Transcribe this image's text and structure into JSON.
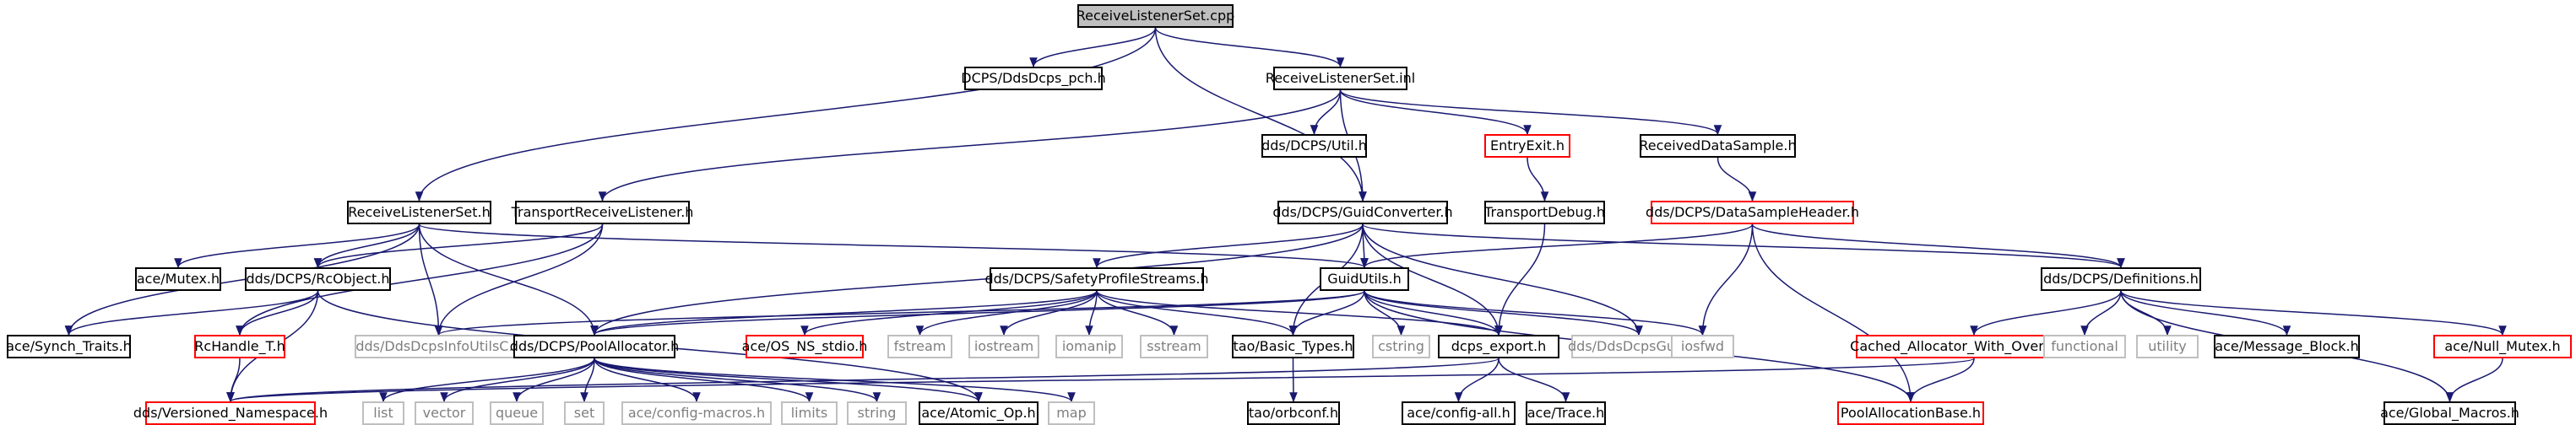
{
  "colors": {
    "edge": "#191970",
    "root_fill": "#bfbfbf",
    "link_border": "#000000",
    "missing_border": "#ff0000",
    "system_border": "#bfbfbf"
  },
  "nodes": [
    {
      "id": "n0",
      "label": "ReceiveListenerSet.cpp",
      "kind": "root"
    },
    {
      "id": "n1",
      "label": "DCPS/DdsDcps_pch.h",
      "kind": "black"
    },
    {
      "id": "n2",
      "label": "ReceiveListenerSet.inl",
      "kind": "black"
    },
    {
      "id": "n3",
      "label": "dds/DCPS/Util.h",
      "kind": "black"
    },
    {
      "id": "n4",
      "label": "EntryExit.h",
      "kind": "red"
    },
    {
      "id": "n5",
      "label": "ReceivedDataSample.h",
      "kind": "black"
    },
    {
      "id": "n6",
      "label": "TransportDebug.h",
      "kind": "black"
    },
    {
      "id": "n7",
      "label": "dds/DCPS/DataSampleHeader.h",
      "kind": "red"
    },
    {
      "id": "n8",
      "label": "ReceiveListenerSet.h",
      "kind": "black"
    },
    {
      "id": "n9",
      "label": "TransportReceiveListener.h",
      "kind": "black"
    },
    {
      "id": "n10",
      "label": "dds/DCPS/GuidConverter.h",
      "kind": "black"
    },
    {
      "id": "n11",
      "label": "ace/Mutex.h",
      "kind": "black"
    },
    {
      "id": "n12",
      "label": "dds/DCPS/RcObject.h",
      "kind": "black"
    },
    {
      "id": "n13",
      "label": "dds/DCPS/SafetyProfileStreams.h",
      "kind": "black"
    },
    {
      "id": "n14",
      "label": "GuidUtils.h",
      "kind": "black"
    },
    {
      "id": "n15",
      "label": "dds/DCPS/Definitions.h",
      "kind": "black"
    },
    {
      "id": "n16",
      "label": "ace/Synch_Traits.h",
      "kind": "black"
    },
    {
      "id": "n17",
      "label": "RcHandle_T.h",
      "kind": "red"
    },
    {
      "id": "n18",
      "label": "dds/DdsDcpsInfoUtilsC.h",
      "kind": "gray"
    },
    {
      "id": "n19",
      "label": "dds/DCPS/PoolAllocator.h",
      "kind": "black"
    },
    {
      "id": "n20",
      "label": "ace/OS_NS_stdio.h",
      "kind": "red"
    },
    {
      "id": "n21",
      "label": "fstream",
      "kind": "gray"
    },
    {
      "id": "n22",
      "label": "iostream",
      "kind": "gray"
    },
    {
      "id": "n23",
      "label": "iomanip",
      "kind": "gray"
    },
    {
      "id": "n24",
      "label": "sstream",
      "kind": "gray"
    },
    {
      "id": "n25",
      "label": "tao/Basic_Types.h",
      "kind": "black"
    },
    {
      "id": "n26",
      "label": "cstring",
      "kind": "gray"
    },
    {
      "id": "n27",
      "label": "dcps_export.h",
      "kind": "black"
    },
    {
      "id": "n28",
      "label": "dds/DdsDcpsGuidC.h",
      "kind": "gray"
    },
    {
      "id": "n29",
      "label": "iosfwd",
      "kind": "gray"
    },
    {
      "id": "n30",
      "label": "Cached_Allocator_With_Overflow_T.h",
      "kind": "red"
    },
    {
      "id": "n31",
      "label": "functional",
      "kind": "gray"
    },
    {
      "id": "n32",
      "label": "utility",
      "kind": "gray"
    },
    {
      "id": "n33",
      "label": "ace/Message_Block.h",
      "kind": "black"
    },
    {
      "id": "n34",
      "label": "ace/Null_Mutex.h",
      "kind": "red"
    },
    {
      "id": "n35",
      "label": "dds/Versioned_Namespace.h",
      "kind": "red"
    },
    {
      "id": "n36",
      "label": "list",
      "kind": "gray"
    },
    {
      "id": "n37",
      "label": "vector",
      "kind": "gray"
    },
    {
      "id": "n38",
      "label": "queue",
      "kind": "gray"
    },
    {
      "id": "n39",
      "label": "set",
      "kind": "gray"
    },
    {
      "id": "n40",
      "label": "ace/config-macros.h",
      "kind": "gray"
    },
    {
      "id": "n41",
      "label": "limits",
      "kind": "gray"
    },
    {
      "id": "n42",
      "label": "string",
      "kind": "gray"
    },
    {
      "id": "n43",
      "label": "ace/Atomic_Op.h",
      "kind": "black"
    },
    {
      "id": "n44",
      "label": "map",
      "kind": "gray"
    },
    {
      "id": "n45",
      "label": "tao/orbconf.h",
      "kind": "black"
    },
    {
      "id": "n46",
      "label": "ace/config-all.h",
      "kind": "black"
    },
    {
      "id": "n47",
      "label": "ace/Trace.h",
      "kind": "black"
    },
    {
      "id": "n48",
      "label": "PoolAllocationBase.h",
      "kind": "red"
    },
    {
      "id": "n49",
      "label": "ace/Global_Macros.h",
      "kind": "black"
    }
  ],
  "edges": [
    [
      "n0",
      "n1"
    ],
    [
      "n0",
      "n2"
    ],
    [
      "n0",
      "n8"
    ],
    [
      "n0",
      "n10"
    ],
    [
      "n2",
      "n3"
    ],
    [
      "n2",
      "n4"
    ],
    [
      "n2",
      "n5"
    ],
    [
      "n2",
      "n9"
    ],
    [
      "n2",
      "n10"
    ],
    [
      "n4",
      "n6"
    ],
    [
      "n5",
      "n7"
    ],
    [
      "n6",
      "n27"
    ],
    [
      "n7",
      "n14"
    ],
    [
      "n7",
      "n15"
    ],
    [
      "n7",
      "n29"
    ],
    [
      "n7",
      "n48"
    ],
    [
      "n8",
      "n11"
    ],
    [
      "n8",
      "n12"
    ],
    [
      "n8",
      "n14"
    ],
    [
      "n8",
      "n16"
    ],
    [
      "n8",
      "n18"
    ],
    [
      "n8",
      "n19"
    ],
    [
      "n9",
      "n12"
    ],
    [
      "n9",
      "n17"
    ],
    [
      "n9",
      "n18"
    ],
    [
      "n10",
      "n13"
    ],
    [
      "n10",
      "n14"
    ],
    [
      "n10",
      "n15"
    ],
    [
      "n10",
      "n19"
    ],
    [
      "n10",
      "n25"
    ],
    [
      "n10",
      "n27"
    ],
    [
      "n10",
      "n28"
    ],
    [
      "n12",
      "n16"
    ],
    [
      "n12",
      "n17"
    ],
    [
      "n12",
      "n35"
    ],
    [
      "n12",
      "n43"
    ],
    [
      "n13",
      "n19"
    ],
    [
      "n13",
      "n20"
    ],
    [
      "n13",
      "n21"
    ],
    [
      "n13",
      "n22"
    ],
    [
      "n13",
      "n23"
    ],
    [
      "n13",
      "n24"
    ],
    [
      "n13",
      "n25"
    ],
    [
      "n13",
      "n27"
    ],
    [
      "n14",
      "n18"
    ],
    [
      "n14",
      "n19"
    ],
    [
      "n14",
      "n25"
    ],
    [
      "n14",
      "n26"
    ],
    [
      "n14",
      "n27"
    ],
    [
      "n14",
      "n28"
    ],
    [
      "n14",
      "n29"
    ],
    [
      "n14",
      "n48"
    ],
    [
      "n15",
      "n30"
    ],
    [
      "n15",
      "n31"
    ],
    [
      "n15",
      "n32"
    ],
    [
      "n15",
      "n33"
    ],
    [
      "n15",
      "n34"
    ],
    [
      "n15",
      "n49"
    ],
    [
      "n17",
      "n35"
    ],
    [
      "n19",
      "n36"
    ],
    [
      "n19",
      "n37"
    ],
    [
      "n19",
      "n38"
    ],
    [
      "n19",
      "n39"
    ],
    [
      "n19",
      "n40"
    ],
    [
      "n19",
      "n41"
    ],
    [
      "n19",
      "n42"
    ],
    [
      "n19",
      "n43"
    ],
    [
      "n19",
      "n44"
    ],
    [
      "n25",
      "n45"
    ],
    [
      "n27",
      "n35"
    ],
    [
      "n27",
      "n46"
    ],
    [
      "n27",
      "n47"
    ],
    [
      "n30",
      "n35"
    ],
    [
      "n30",
      "n48"
    ],
    [
      "n34",
      "n49"
    ]
  ]
}
